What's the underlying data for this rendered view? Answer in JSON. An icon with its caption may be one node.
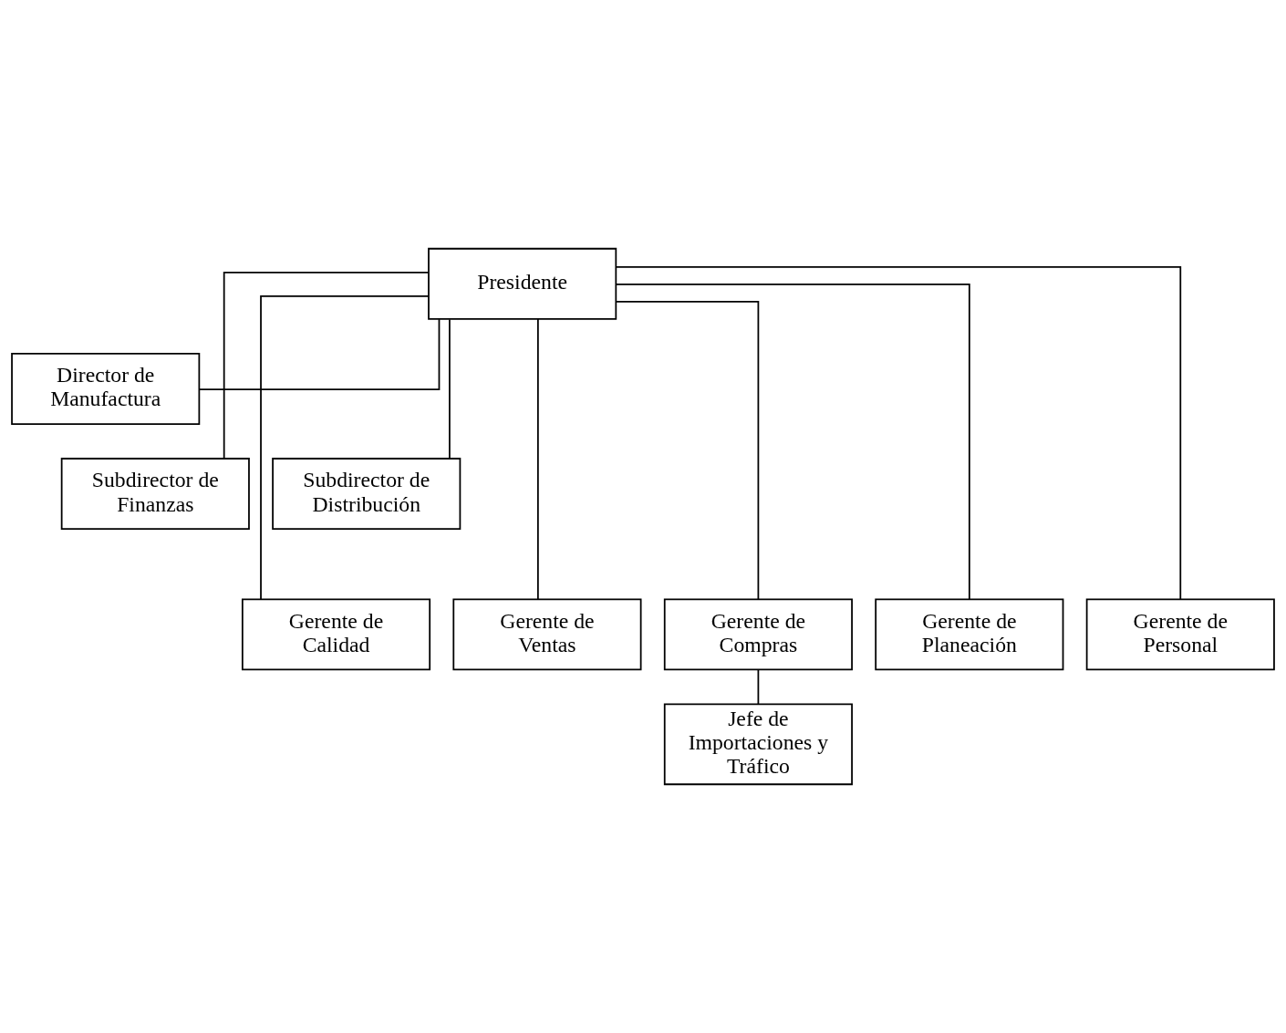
{
  "diagram": {
    "nodes": [
      {
        "text": [
          "Presidente"
        ]
      },
      {
        "text": [
          "Director de Manufactura"
        ]
      },
      {
        "text": [
          "Subdirector de Finanzas"
        ]
      },
      {
        "text": [
          "Subdirector de Distribución"
        ]
      },
      {
        "text": [
          "Gerente de Calidad"
        ]
      },
      {
        "text": [
          "Gerente de Ventas"
        ]
      },
      {
        "text": [
          "Gerente de Compras"
        ]
      },
      {
        "text": [
          "Gerente de Planeación"
        ]
      },
      {
        "text": [
          "Gerente de Personal"
        ]
      },
      {
        "text": [
          "Jefe de Importaciones y Tráfico"
        ]
      }
    ],
    "edges": [
      {
        "from": 0,
        "to": 1,
        "arrow": "none"
      },
      {
        "from": 0,
        "to": 2,
        "arrow": "none"
      },
      {
        "from": 0,
        "to": 3,
        "arrow": "none"
      },
      {
        "from": 0,
        "to": 4,
        "arrow": "none"
      },
      {
        "from": 0,
        "to": 5,
        "arrow": "none"
      },
      {
        "from": 0,
        "to": 6,
        "arrow": "none"
      },
      {
        "from": 0,
        "to": 7,
        "arrow": "none"
      },
      {
        "from": 0,
        "to": 8,
        "arrow": "none"
      },
      {
        "from": 6,
        "to": 9,
        "arrow": "none"
      }
    ]
  }
}
